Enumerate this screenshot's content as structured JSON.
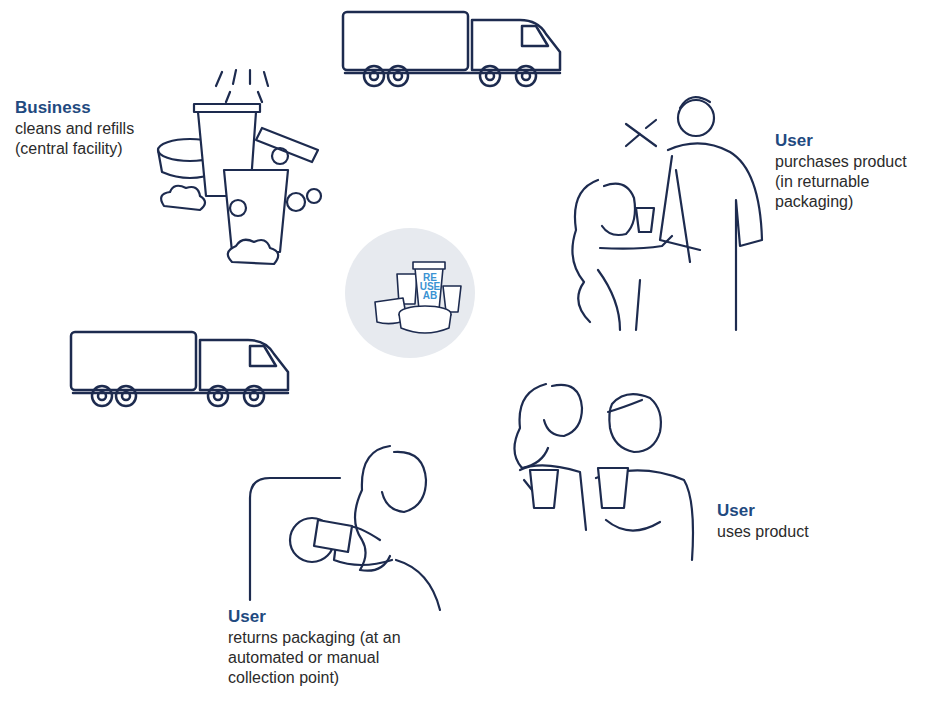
{
  "diagram": {
    "nodes": [
      {
        "text": [
          "RE USE AB"
        ]
      }
    ],
    "labels": [
      "Business",
      "cleans and refills (central facility)",
      "User",
      "purchases product (in returnable packaging)",
      "User",
      "uses product",
      "User",
      "returns packaging (at an automated or manual collection point)"
    ]
  }
}
